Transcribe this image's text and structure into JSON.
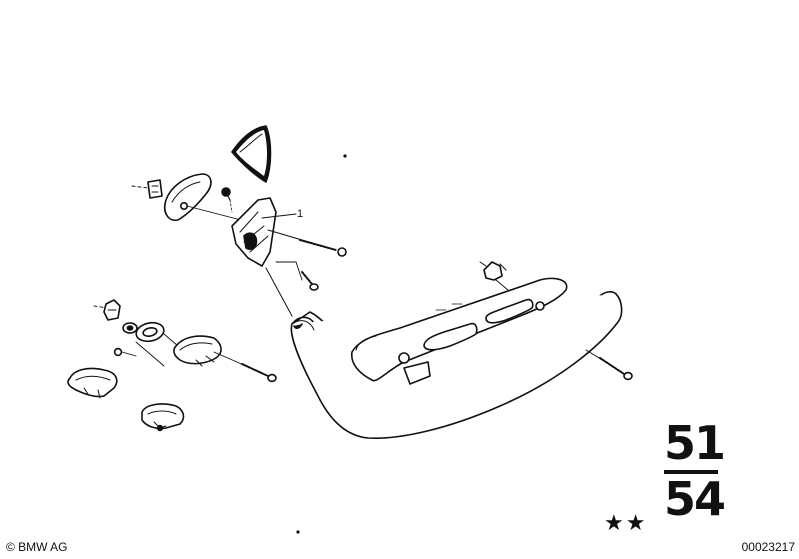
{
  "diagram": {
    "callout_label": "1",
    "group_number_top": "51",
    "group_number_bottom": "54",
    "stars": "★★",
    "copyright": "© BMW AG",
    "document_number": "00023217"
  },
  "colors": {
    "line": "#111111",
    "background": "#ffffff",
    "fill": "#ffffff"
  }
}
